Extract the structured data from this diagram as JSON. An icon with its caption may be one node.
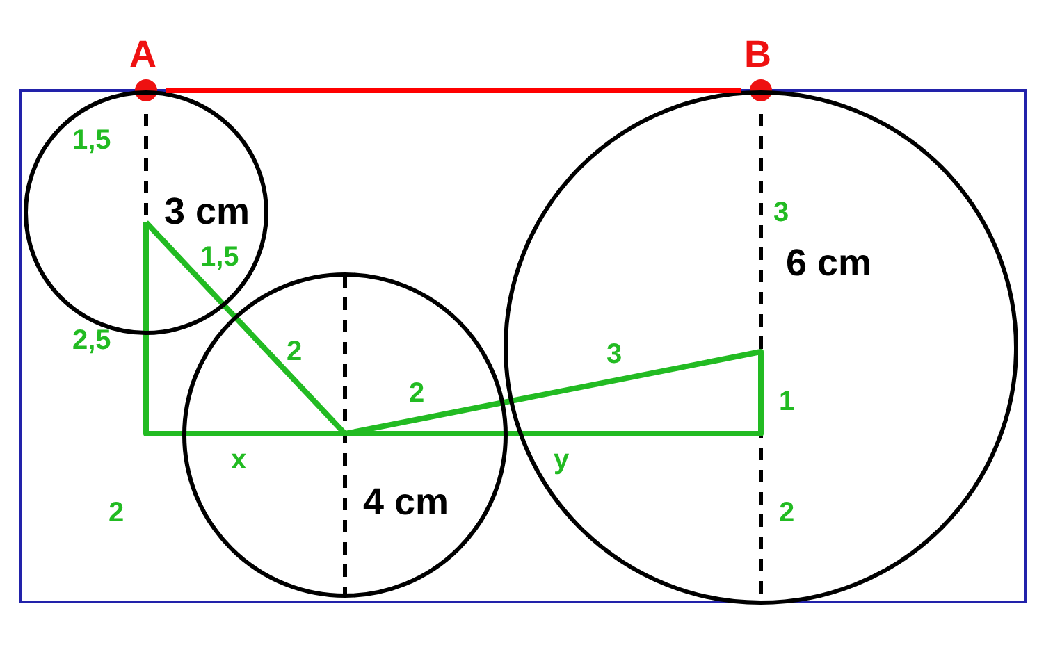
{
  "diagram": {
    "nodes": [
      {
        "text": [
          "A"
        ]
      },
      {
        "text": [
          "B"
        ]
      },
      {
        "text": [
          "3 cm"
        ]
      },
      {
        "text": [
          "4 cm"
        ]
      },
      {
        "text": [
          "6 cm"
        ]
      }
    ],
    "edges": [
      {
        "from": 0,
        "to": 1,
        "arrow": "none",
        "color": "#ff0000"
      }
    ],
    "labels": [
      "1,5",
      "3",
      "1,5",
      "2,5",
      "2",
      "3",
      "2",
      "1",
      "x",
      "y",
      "2",
      "2"
    ]
  }
}
